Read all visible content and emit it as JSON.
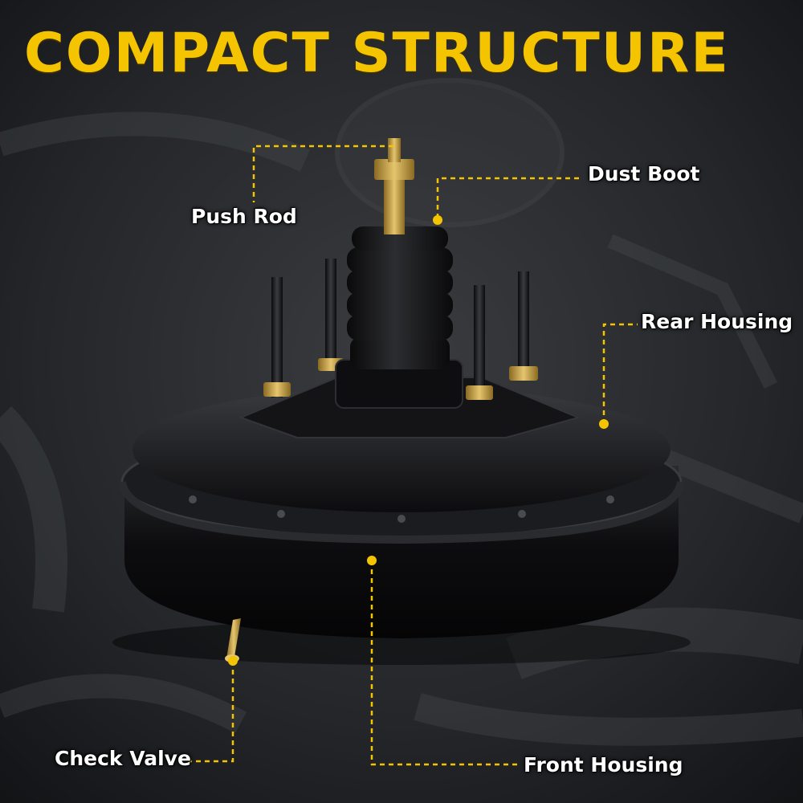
{
  "title": "COMPACT STRUCTURE",
  "labels": {
    "push_rod": "Push Rod",
    "dust_boot": "Dust Boot",
    "rear_housing": "Rear Housing",
    "check_valve": "Check Valve",
    "front_housing": "Front Housing"
  },
  "colors": {
    "accent": "#f5c400",
    "label_text": "#ffffff",
    "product_body": "#0c0c0e",
    "brass": "#c9a24a"
  }
}
